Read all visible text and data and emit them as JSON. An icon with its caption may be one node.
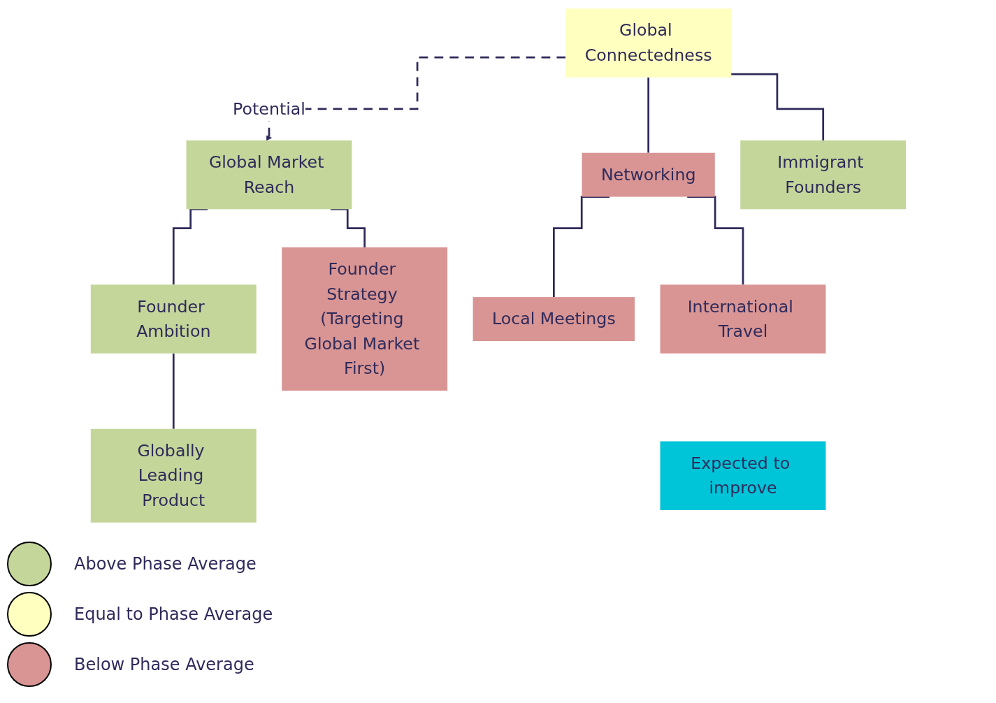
{
  "diagram": {
    "nodes": [
      {
        "text": [
          "Global Market Reach"
        ]
      },
      {
        "text": [
          "Global Connectedness"
        ]
      },
      {
        "text": [
          "Founder Ambition"
        ]
      },
      {
        "text": [
          "Founder Strategy (Targeting Global Market First)"
        ]
      },
      {
        "text": [
          "Networking"
        ]
      },
      {
        "text": [
          "Immigrant Founders"
        ]
      },
      {
        "text": [
          "Globally Leading Product"
        ]
      },
      {
        "text": [
          "Local Meetings"
        ]
      },
      {
        "text": [
          "International Travel"
        ]
      },
      {
        "text": [
          "Expected to improve"
        ]
      }
    ],
    "edges": [
      {
        "from": 1,
        "to": 0,
        "arrow": "to",
        "label": "Potential",
        "style": "dashed"
      },
      {
        "from": 0,
        "to": 2,
        "arrow": "none"
      },
      {
        "from": 0,
        "to": 3,
        "arrow": "none"
      },
      {
        "from": 1,
        "to": 4,
        "arrow": "none"
      },
      {
        "from": 1,
        "to": 5,
        "arrow": "none"
      },
      {
        "from": 2,
        "to": 6,
        "arrow": "none"
      },
      {
        "from": 4,
        "to": 7,
        "arrow": "none"
      },
      {
        "from": 4,
        "to": 8,
        "arrow": "none"
      }
    ],
    "legend": [
      {
        "text": "Above Phase Average",
        "color": "#c5d69b"
      },
      {
        "text": "Equal to Phase Average",
        "color": "#ffffc0"
      },
      {
        "text": "Below Phase Average",
        "color": "#d99594"
      }
    ]
  }
}
